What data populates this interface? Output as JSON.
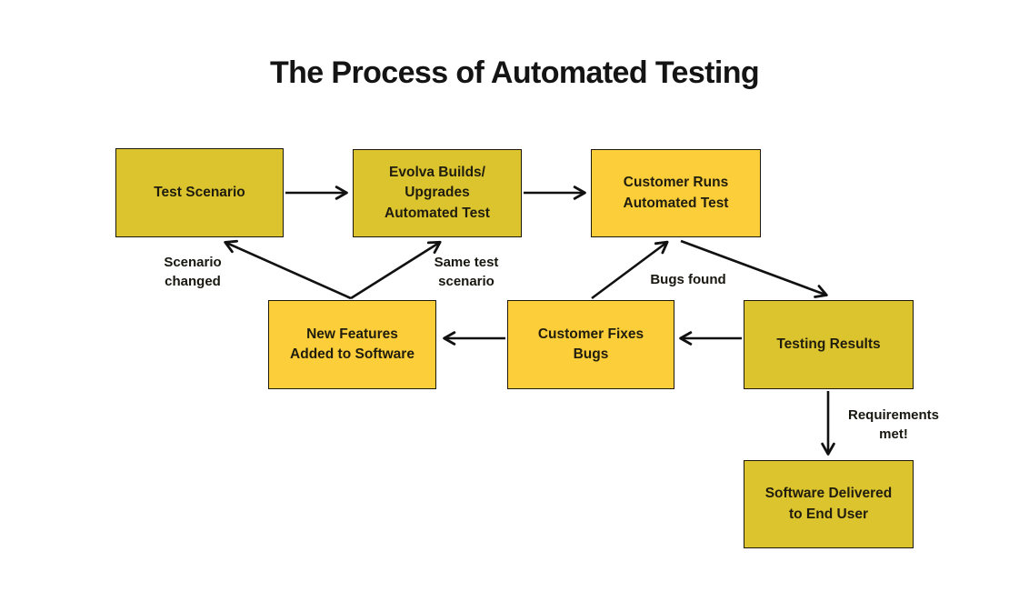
{
  "title": "The Process of Automated Testing",
  "colors": {
    "mustard_box": "#dcc42e",
    "bright_yellow_box": "#fcce3a",
    "box_border": "#1c190a",
    "arrow": "#111111",
    "text": "#1a180c",
    "background": "#ffffff"
  },
  "nodes": {
    "test_scenario": {
      "label": "Test Scenario",
      "fill": "#dcc42e"
    },
    "evolva_builds": {
      "label": "Evolva Builds/\nUpgrades\nAutomated Test",
      "fill": "#dcc42e"
    },
    "customer_runs": {
      "label": "Customer Runs\nAutomated Test",
      "fill": "#fcce3a"
    },
    "new_features": {
      "label": "New Features\nAdded to Software",
      "fill": "#fcce3a"
    },
    "customer_fixes": {
      "label": "Customer Fixes\nBugs",
      "fill": "#fcce3a"
    },
    "testing_results": {
      "label": "Testing Results",
      "fill": "#dcc42e"
    },
    "software_delivered": {
      "label": "Software Delivered\nto End User",
      "fill": "#dcc42e"
    }
  },
  "edge_labels": {
    "scenario_changed": "Scenario\nchanged",
    "same_test_scenario": "Same test\nscenario",
    "bugs_found": "Bugs found",
    "requirements_met": "Requirements\nmet!"
  }
}
